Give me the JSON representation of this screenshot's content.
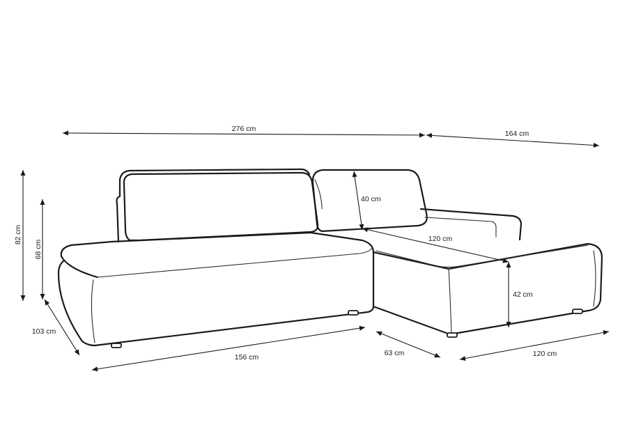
{
  "diagram": {
    "line_color": "#1a1a1a",
    "background": "#ffffff",
    "dimensions": {
      "total_width": "276 cm",
      "chaise_depth_top": "164 cm",
      "backrest_height": "40 cm",
      "chaise_width_top": "120 cm",
      "total_height": "82 cm",
      "armrest_height": "68 cm",
      "seat_height": "42 cm",
      "sofa_depth": "103 cm",
      "main_section_width": "156 cm",
      "seat_depth": "63 cm",
      "chaise_width_bottom": "120 cm"
    },
    "icons": {
      "arrowhead": "arrowhead-icon"
    }
  }
}
